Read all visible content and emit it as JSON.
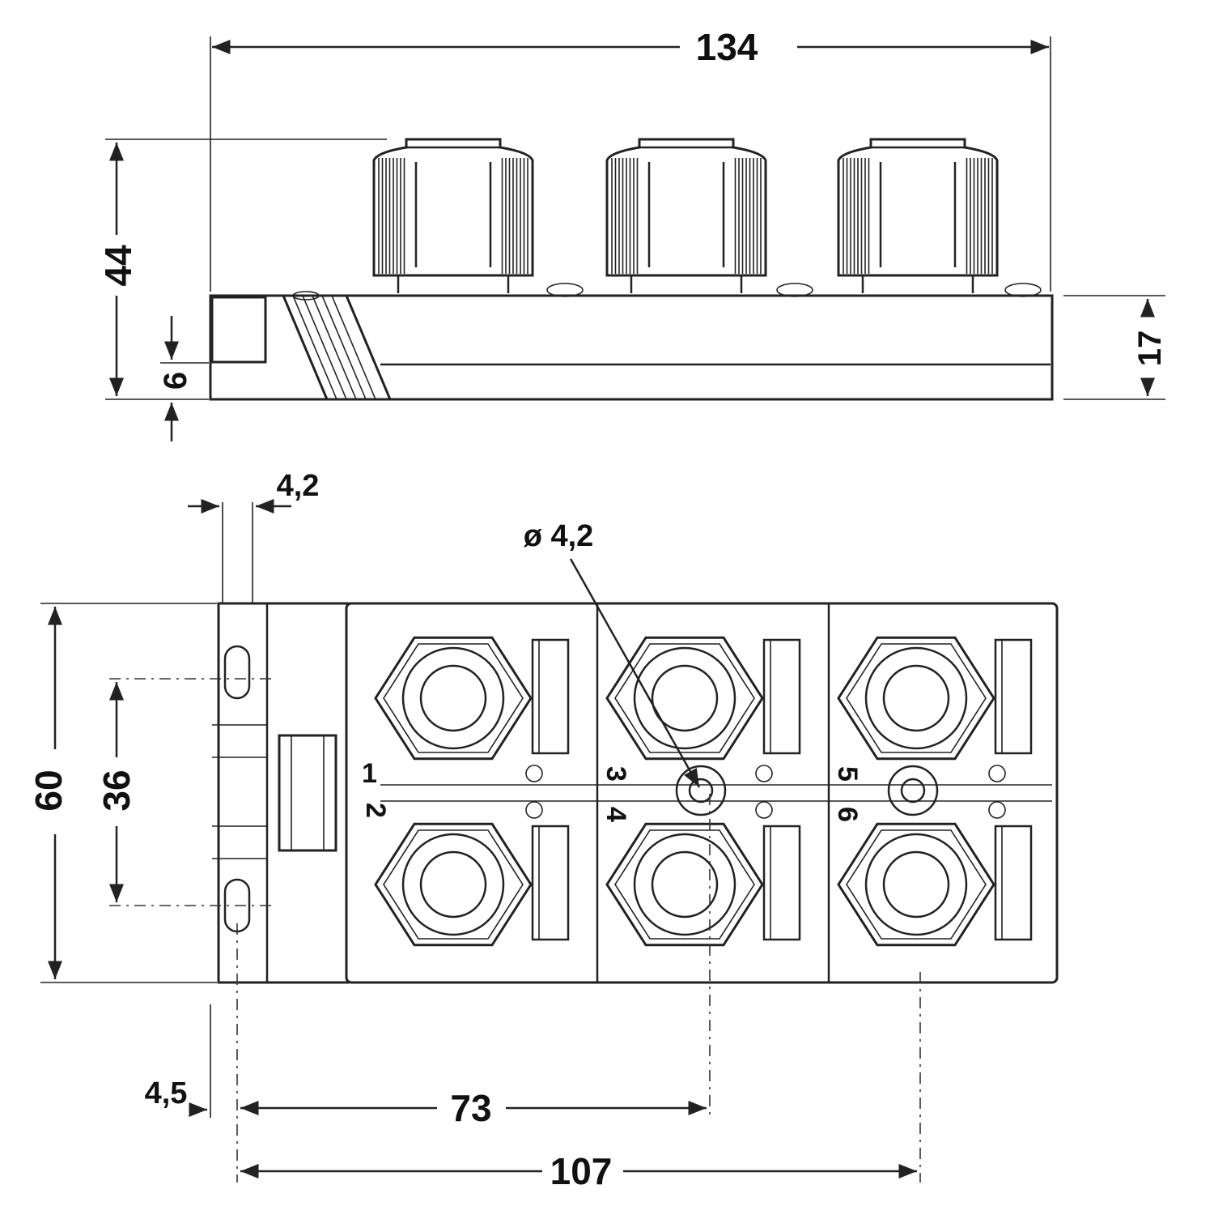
{
  "diagram": {
    "side_view": {
      "width_dim": "134",
      "height_dim": "44",
      "foot_dim": "6",
      "base_dim": "17"
    },
    "top_view": {
      "slot_width_dim": "4,2",
      "hole_dim": "ø 4,2",
      "height_dim": "60",
      "hole_spacing_dim": "36",
      "edge_offset_dim": "4,5",
      "pitch_a_dim": "73",
      "pitch_b_dim": "107",
      "port_labels": [
        "1",
        "2",
        "3",
        "4",
        "5",
        "6"
      ]
    }
  }
}
